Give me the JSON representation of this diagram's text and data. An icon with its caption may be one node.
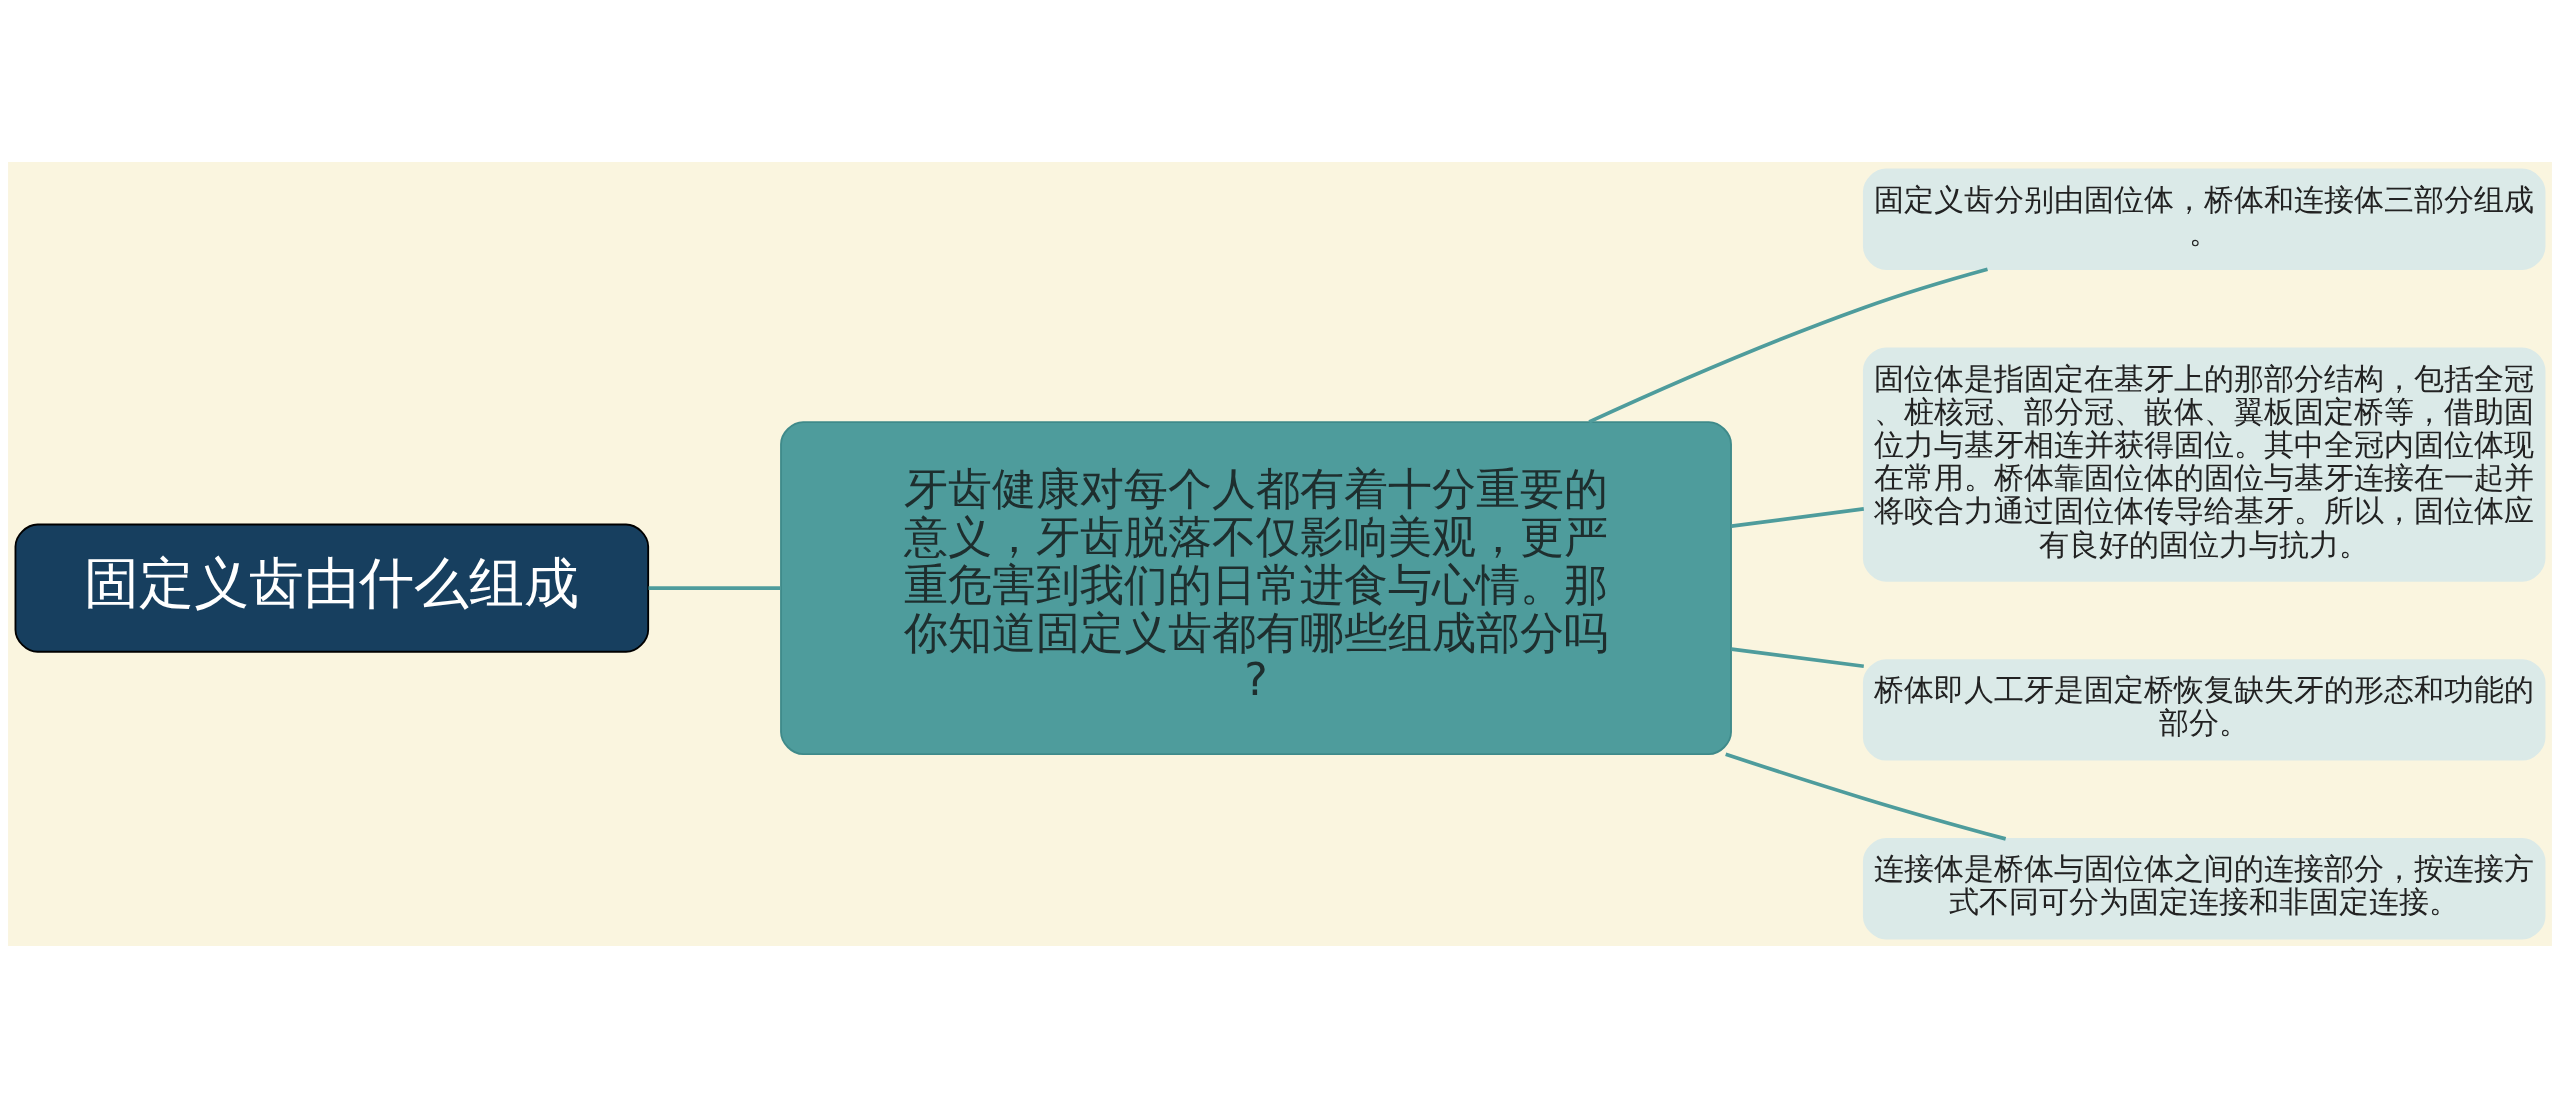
{
  "diagram": {
    "nodes": [
      {
        "text": [
          "固定义齿由什么组成"
        ]
      },
      {
        "text": [
          "牙齿健康对每个人都有着十分重要的意义，牙齿脱落不仅影响美观，更严重危害到我们的日常进食与心情。那你知道固定义齿都有哪些组成部分吗?"
        ]
      },
      {
        "text": [
          "固定义齿分别由固位体，桥体和连接体三部分组成。"
        ]
      },
      {
        "text": [
          "固位体是指固定在基牙上的那部分结构，包括全冠、桩核冠、部分冠、嵌体、翼板固定桥等，借助固位力与基牙相连并获得固位。其中全冠内固位体现在常用。桥体靠固位体的固位与基牙连接在一起并将咬合力通过固位体传导给基牙。所以，固位体应有良好的固位力与抗力。"
        ]
      },
      {
        "text": [
          "桥体即人工牙是固定桥恢复缺失牙的形态和功能的部分。"
        ]
      },
      {
        "text": [
          "连接体是桥体与固位体之间的连接部分，按连接方式不同可分为固定连接和非固定连接。"
        ]
      }
    ],
    "edges": [
      {
        "from": 0,
        "to": 1,
        "arrow": "none"
      },
      {
        "from": 1,
        "to": 2,
        "arrow": "none"
      },
      {
        "from": 1,
        "to": 3,
        "arrow": "none"
      },
      {
        "from": 1,
        "to": 4,
        "arrow": "none"
      },
      {
        "from": 1,
        "to": 5,
        "arrow": "none"
      }
    ]
  }
}
